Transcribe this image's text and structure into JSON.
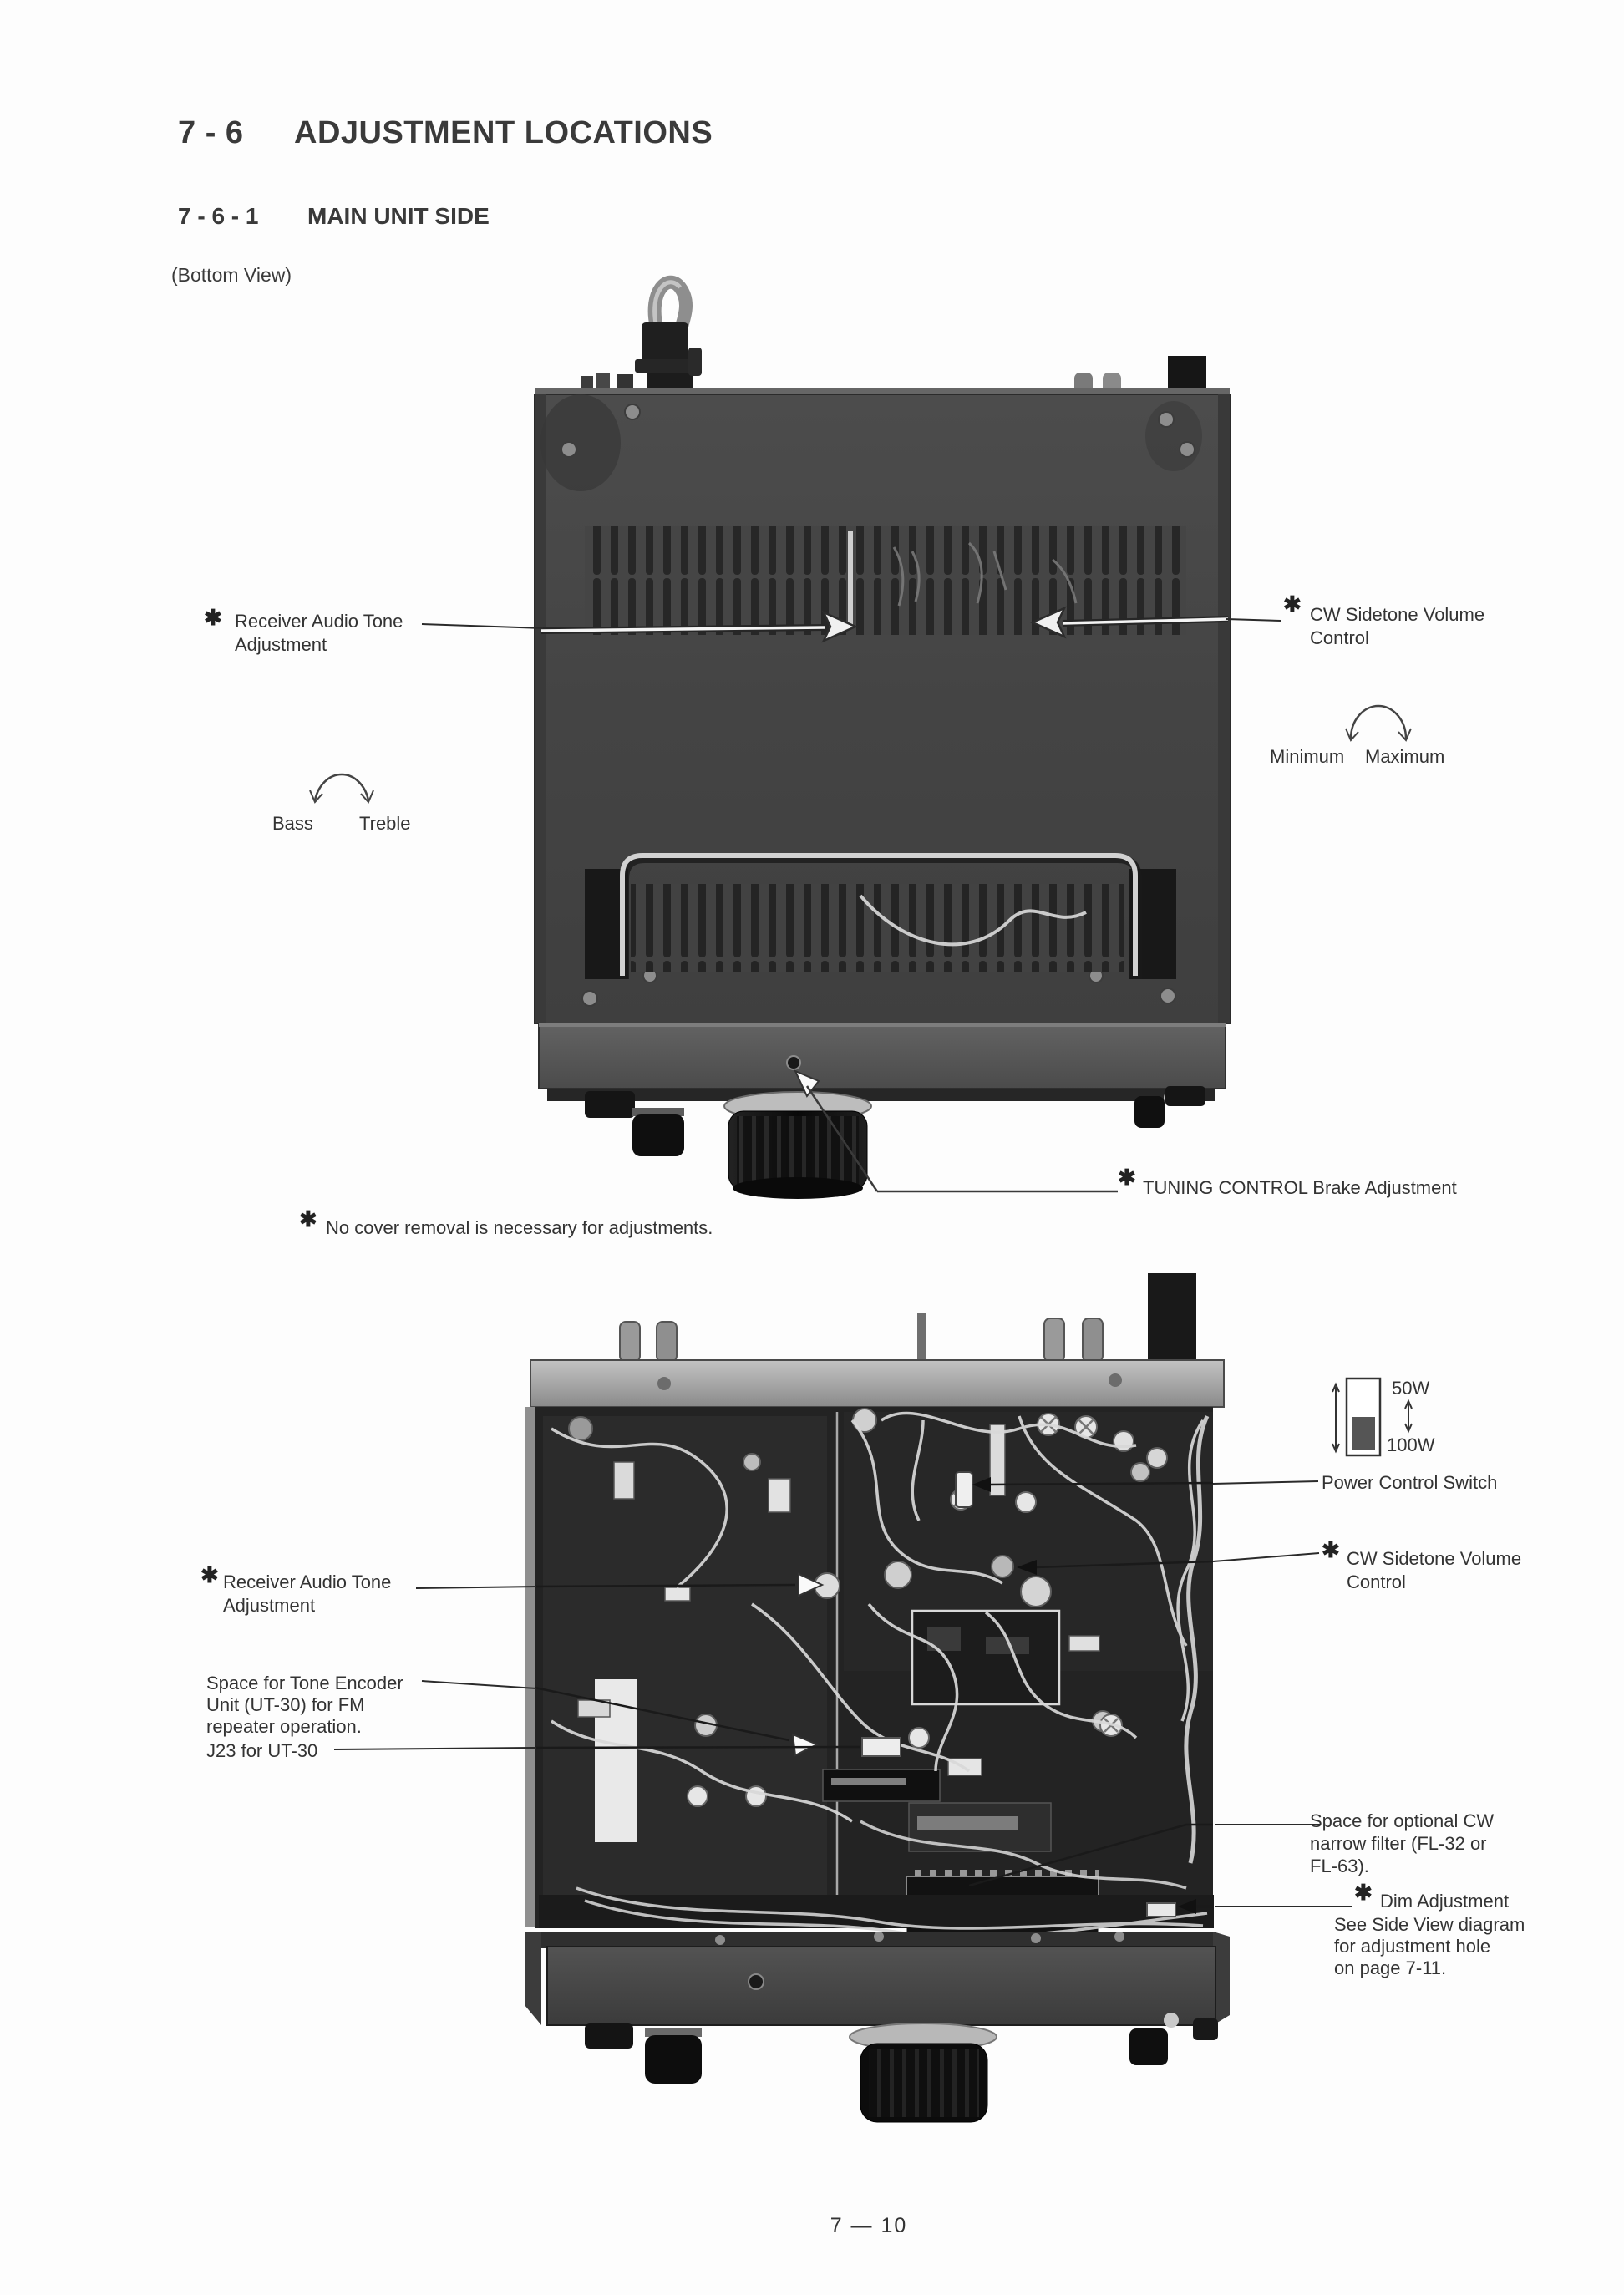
{
  "page": {
    "section_id": "7 - 6",
    "section_title": "ADJUSTMENT LOCATIONS",
    "subsection_id": "7 - 6 - 1",
    "subsection_title": "MAIN UNIT SIDE",
    "view_caption": "(Bottom View)",
    "marker": "✱",
    "footnote": "No cover removal is necessary for adjustments.",
    "page_number": "7 — 10"
  },
  "bottom_view": {
    "receiver_audio_tone": {
      "line1": "Receiver Audio Tone",
      "line2": "Adjustment"
    },
    "receiver_dial": {
      "left": "Bass",
      "right": "Treble"
    },
    "cw_sidetone": {
      "line1": "CW Sidetone Volume",
      "line2": "Control"
    },
    "cw_dial": {
      "left": "Minimum",
      "right": "Maximum"
    },
    "tuning_brake": "TUNING CONTROL Brake Adjustment"
  },
  "inside_view": {
    "power_switch": {
      "up": "50W",
      "down": "100W",
      "label": "Power Control Switch"
    },
    "cw_sidetone": {
      "line1": "CW Sidetone Volume",
      "line2": "Control"
    },
    "receiver_audio_tone": {
      "line1": "Receiver Audio Tone",
      "line2": "Adjustment"
    },
    "tone_encoder": {
      "line1": "Space for Tone Encoder",
      "line2": "Unit (UT-30) for FM",
      "line3": "repeater operation."
    },
    "j23": "J23 for UT-30",
    "cw_filter": {
      "line1": "Space for optional CW",
      "line2": "narrow filter (FL-32 or",
      "line3": "FL-63)."
    },
    "dim": {
      "line1": "Dim Adjustment",
      "line2": "See Side View diagram",
      "line3": "for adjustment hole",
      "line4": "on page 7-11."
    }
  }
}
